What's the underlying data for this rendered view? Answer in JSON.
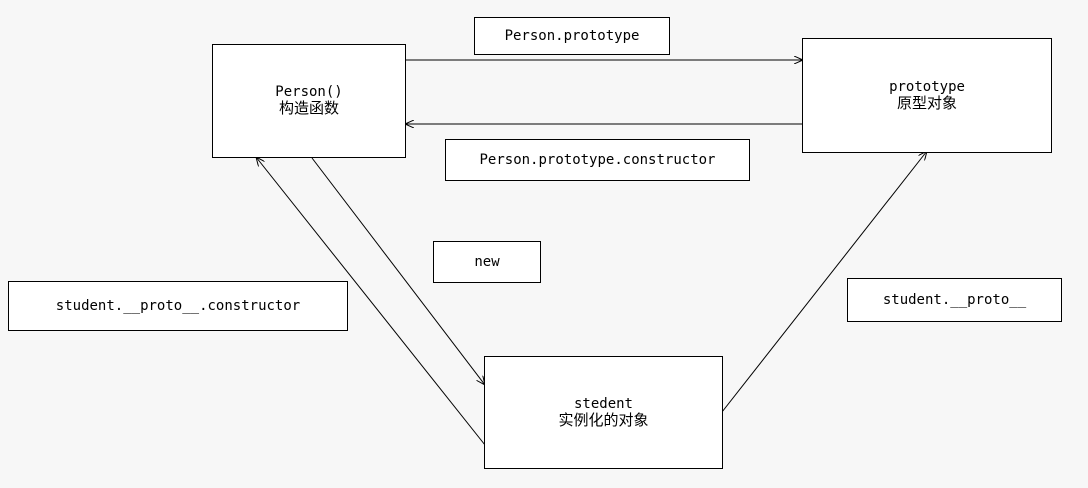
{
  "nodes": {
    "person": {
      "line1": "Person()",
      "line2": "构造函数"
    },
    "prototype": {
      "line1": "prototype",
      "line2": "原型对象"
    },
    "student": {
      "line1": "stedent",
      "line2": "实例化的对象"
    }
  },
  "labels": {
    "person_prototype": "Person.prototype",
    "prototype_constructor": "Person.prototype.constructor",
    "new": "new",
    "student_proto_constructor": "student.__proto__.constructor",
    "student_proto": "student.__proto__"
  },
  "colors": {
    "background": "#f7f7f7",
    "box_fill": "#ffffff",
    "stroke": "#000000"
  }
}
